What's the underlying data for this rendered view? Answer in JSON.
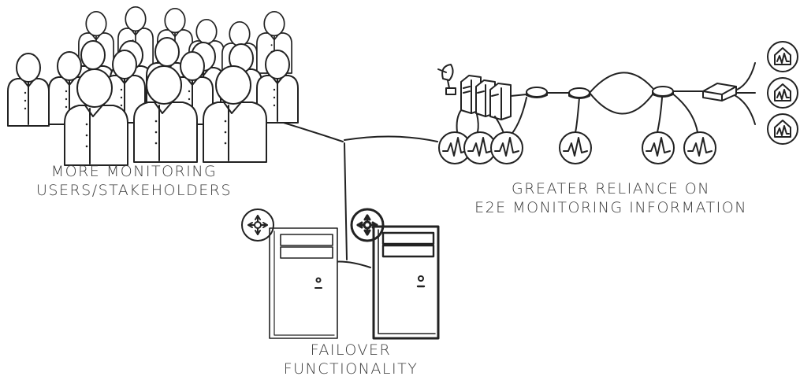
{
  "labels": {
    "users_line1": "MORE MONITORING",
    "users_line2": "USERS/STAKEHOLDERS",
    "e2e_line1": "GREATER RELIANCE ON",
    "e2e_line2": "E2E MONITORING INFORMATION",
    "failover_line1": "FAILOVER",
    "failover_line2": "FUNCTIONALITY"
  },
  "icons": {
    "crowd": "people-icon",
    "monitor": "heartbeat-monitor-icon",
    "router": "router-icon",
    "server": "server-tower-icon",
    "satellite": "satellite-dish-icon",
    "switch": "network-switch-icon",
    "site": "house-site-icon"
  },
  "colors": {
    "ink": "#222222",
    "text": "#3a3a3a",
    "background": "#ffffff"
  }
}
